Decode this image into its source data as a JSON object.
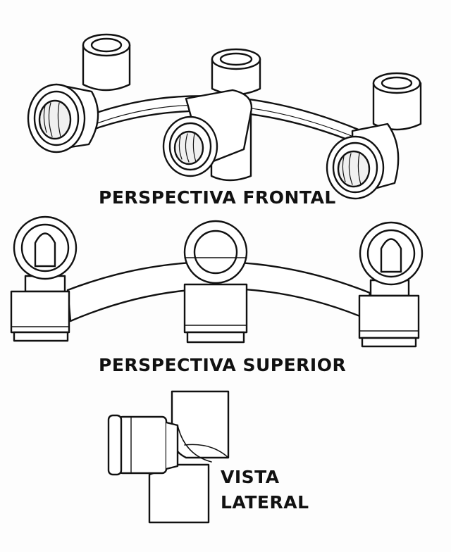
{
  "labels": {
    "front": "PERSPECTIVA FRONTAL",
    "top": "PERSPECTIVA SUPERIOR",
    "side_line1": "VISTA",
    "side_line2": "LATERAL"
  },
  "colors": {
    "line": "#111111",
    "paper": "#fdfdfd"
  }
}
